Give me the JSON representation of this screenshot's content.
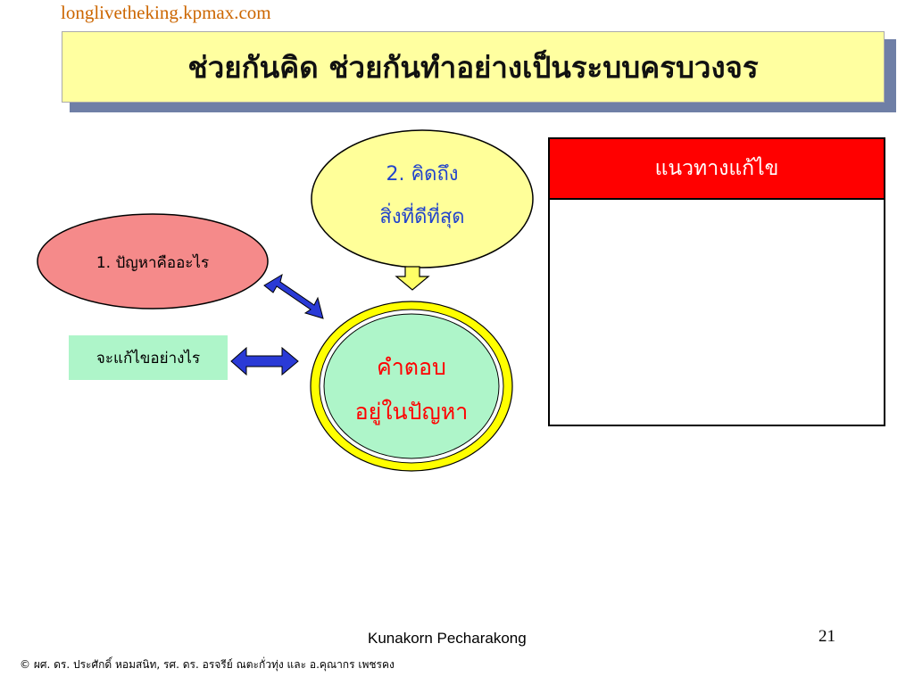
{
  "header": {
    "site": "longlivetheking.kpmax.com",
    "title": "ช่วยกันคิด ช่วยกันทำอย่างเป็นระบบครบวงจร"
  },
  "diagram": {
    "problem_label": "1. ปัญหาคืออะไร",
    "best_line1": "2. คิดถึง",
    "best_line2": "สิ่งที่ดีที่สุด",
    "answer_line1": "คำตอบ",
    "answer_line2": "อยู่ในปัญหา",
    "howto_label": "จะแก้ไขอย่างไร",
    "solution_header": "แนวทางแก้ไข"
  },
  "footer": {
    "presenter": "Kunakorn Pecharakong",
    "page": "21",
    "copyright": "© ผศ. ดร. ประศักดิ์ หอมสนิท, รศ. ดร. อรจรีย์ ณตะกั่วทุ่ง และ อ.คุณากร เพชรคง"
  },
  "colors": {
    "title_fill": "#ffffa0",
    "title_shadow": "#6f7fa6",
    "problem_fill": "#f58a8a",
    "best_fill": "#ffff99",
    "answer_fill": "#aef5c9",
    "answer_ring": "#ffff00",
    "arrow_fill": "#2a3ad6",
    "solution_header": "#ff0000",
    "answer_text": "#ff0000",
    "best_text": "#2244cc"
  }
}
